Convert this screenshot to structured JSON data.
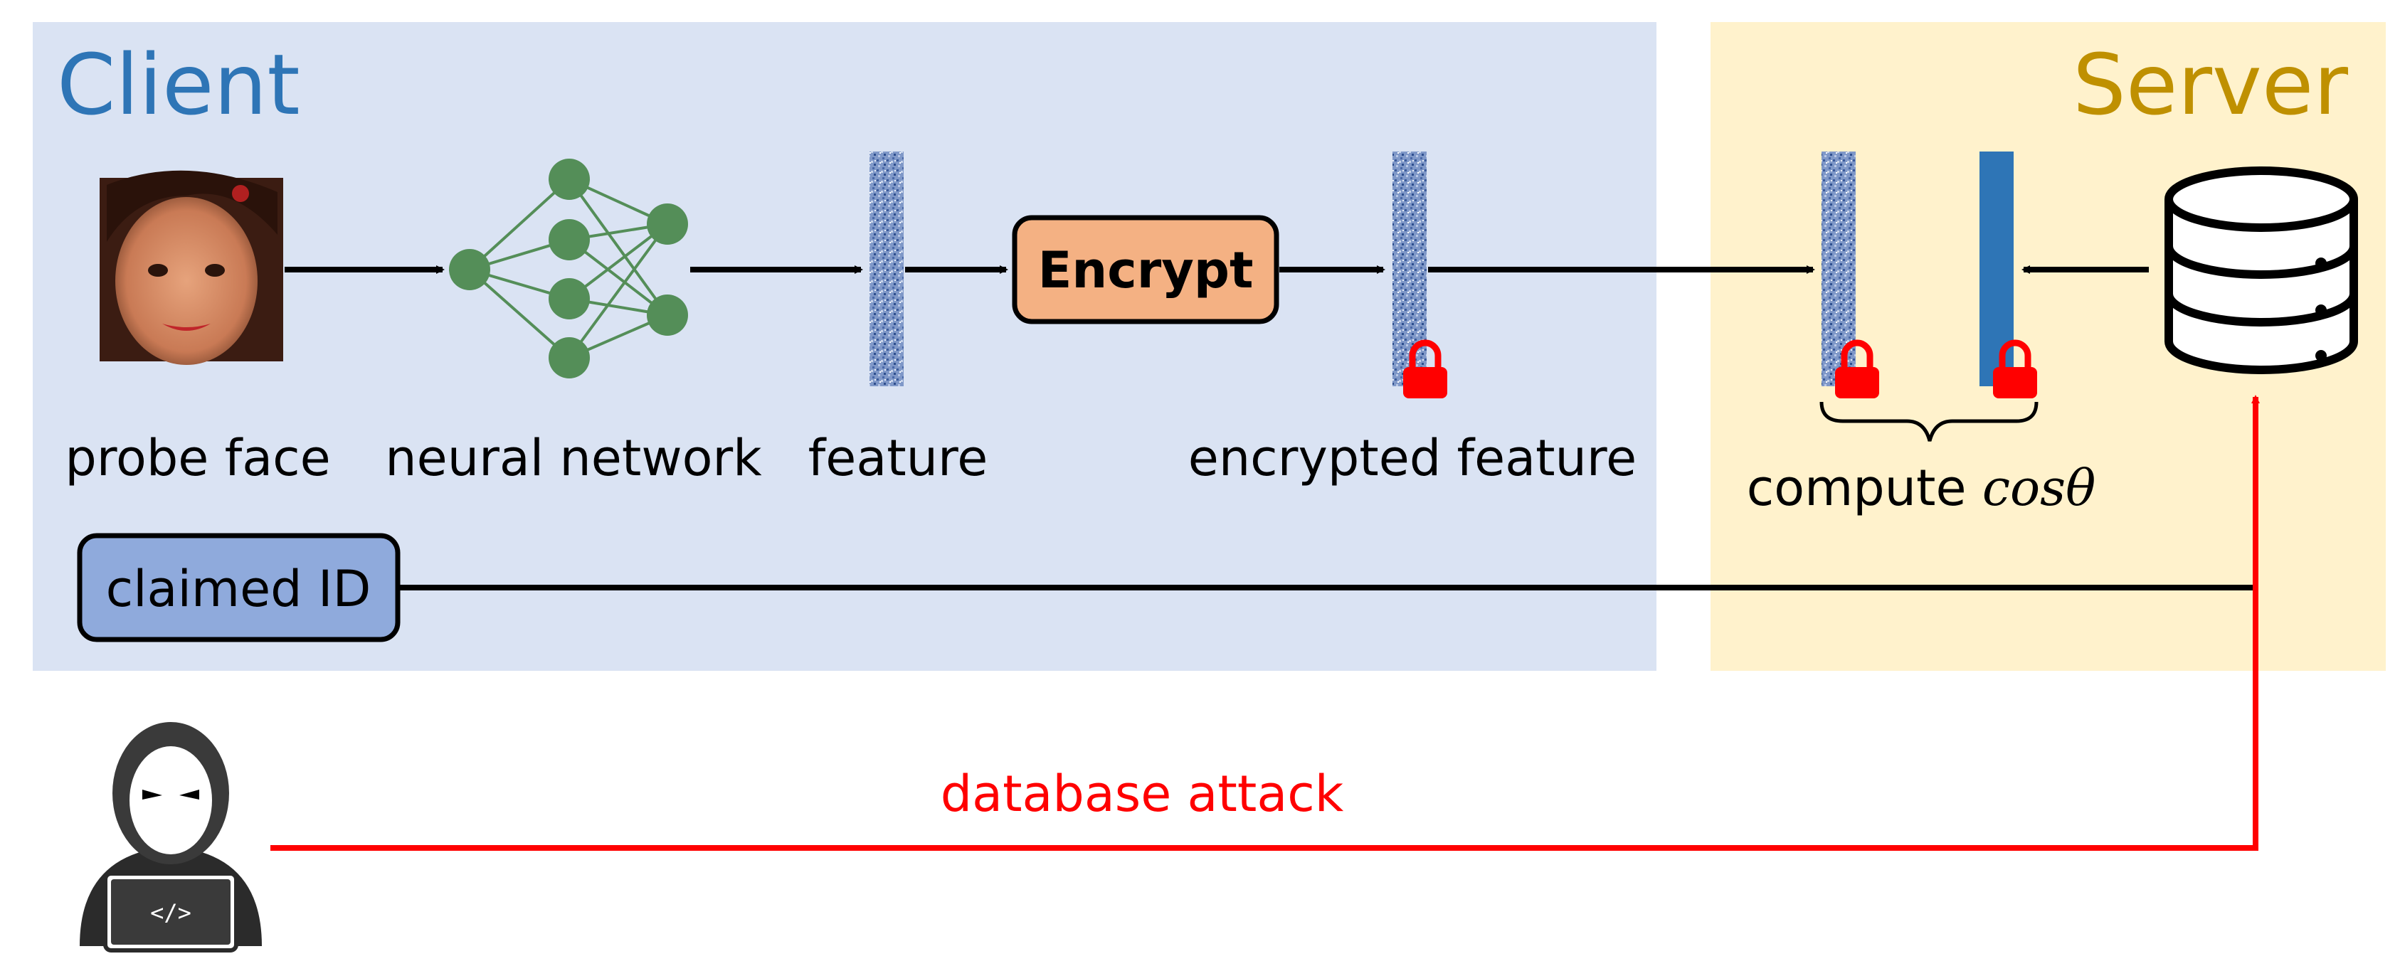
{
  "client": {
    "title": "Client"
  },
  "server": {
    "title": "Server"
  },
  "labels": {
    "probe_face": "probe face",
    "neural_network": "neural network",
    "feature": "feature",
    "encrypted_feature": "encrypted feature",
    "compute_prefix": "compute ",
    "compute_math": "cosθ"
  },
  "encrypt_button": "Encrypt",
  "claimed_id": "claimed ID",
  "attack_label": "database attack",
  "laptop_code": "</>",
  "colors": {
    "client_bg": "#dae3f3",
    "server_bg": "#fff2cc",
    "client_title": "#2e75b6",
    "server_title": "#bf9000",
    "encrypt_fill": "#f4b183",
    "claimed_id_fill": "#8faadc",
    "network_nodes": "#548e58",
    "lock": "#ff0000",
    "attack": "#ff0000",
    "stored_feature": "#2e75b6"
  }
}
